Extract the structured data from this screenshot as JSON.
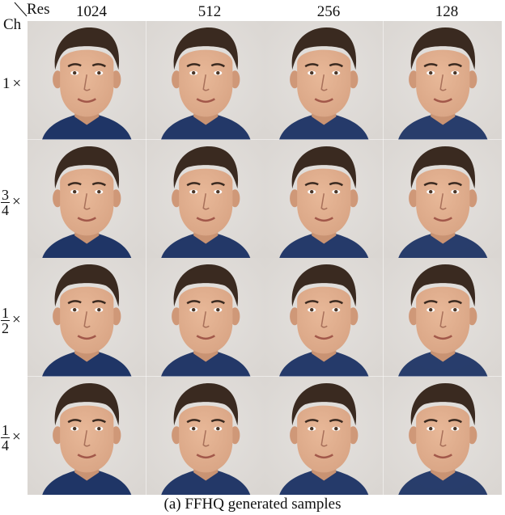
{
  "corner": {
    "col_axis": "Res",
    "row_axis": "Ch"
  },
  "columns": [
    "1024",
    "512",
    "256",
    "128"
  ],
  "rows": [
    {
      "type": "integer",
      "text": "1",
      "mult": "×"
    },
    {
      "type": "fraction",
      "numerator": "3",
      "denominator": "4",
      "mult": "×"
    },
    {
      "type": "fraction",
      "numerator": "1",
      "denominator": "2",
      "mult": "×"
    },
    {
      "type": "fraction",
      "numerator": "1",
      "denominator": "4",
      "mult": "×"
    }
  ],
  "caption": "(a) FFHQ generated samples",
  "colors": {
    "background": "#dad6d2",
    "skin": "#d9a585",
    "hair": "#3a2a20",
    "shirt": "#1f3566"
  }
}
